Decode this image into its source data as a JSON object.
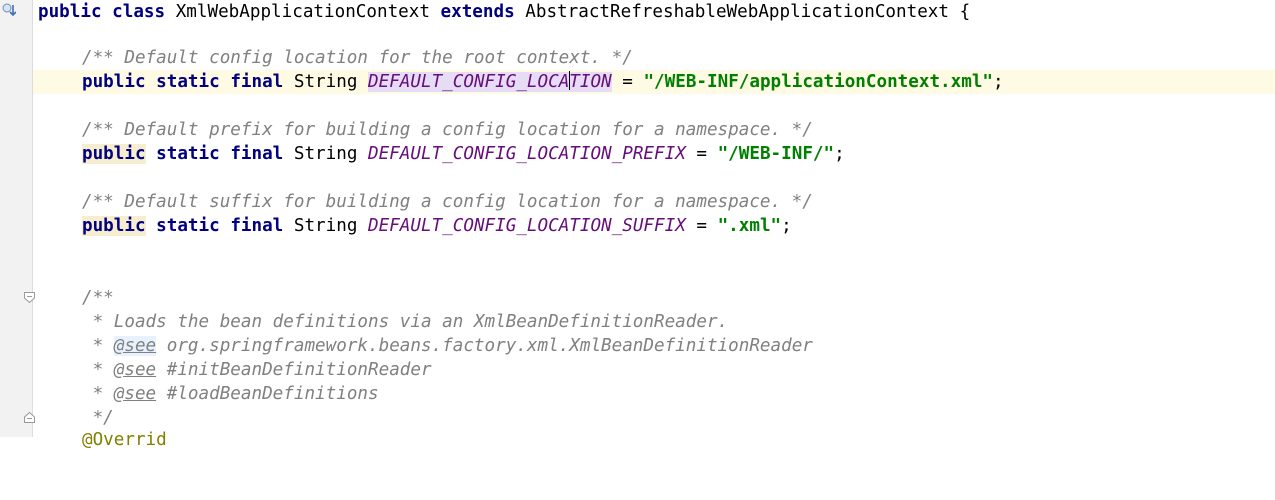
{
  "editor": {
    "lines": [
      {
        "kw1": "public",
        "kw2": "class",
        "name": "XmlWebApplicationContext",
        "kw3": "extends",
        "parent": "AbstractRefreshableWebApplicationContext",
        "end": " {"
      },
      {
        "comment": "/** Default config location for the root context. */"
      },
      {
        "kw1": "public",
        "kw2": "static",
        "kw3": "final",
        "type": "String",
        "const_a": "DEFAULT_CONFIG_LOCA",
        "const_b": "TION",
        "eq": " = ",
        "str": "\"/WEB-INF/applicationContext.xml\"",
        "end": ";"
      },
      {
        "comment": "/** Default prefix for building a config location for a namespace. */"
      },
      {
        "kw1": "public",
        "kw2": "static",
        "kw3": "final",
        "type": "String",
        "const": "DEFAULT_CONFIG_LOCATION_PREFIX",
        "eq": " = ",
        "str": "\"/WEB-INF/\"",
        "end": ";"
      },
      {
        "comment": "/** Default suffix for building a config location for a namespace. */"
      },
      {
        "kw1": "public",
        "kw2": "static",
        "kw3": "final",
        "type": "String",
        "const": "DEFAULT_CONFIG_LOCATION_SUFFIX",
        "eq": " = ",
        "str": "\".xml\"",
        "end": ";"
      },
      {
        "comment": "/**"
      },
      {
        "comment": " * Loads the bean definitions via an XmlBeanDefinitionReader."
      },
      {
        "prefix": " * ",
        "tag": "@see",
        "rest": " org.springframework.beans.factory.xml.XmlBeanDefinitionReader"
      },
      {
        "prefix": " * ",
        "tag": "@see",
        "rest": " #initBeanDefinitionReader"
      },
      {
        "prefix": " * ",
        "tag": "@see",
        "rest": " #loadBeanDefinitions"
      },
      {
        "comment": " */"
      },
      {
        "partial": "@Overrid"
      }
    ]
  },
  "colors": {
    "keyword": "#000080",
    "comment": "#808080",
    "constant": "#660e7a",
    "string": "#008000",
    "current_line": "#fffae3",
    "usage_highlight": "#f7eecf"
  },
  "icons": {
    "gutter_overlay": "override-implement-icon",
    "intention": "lightbulb-icon",
    "fold_marker": "fold-icon"
  }
}
